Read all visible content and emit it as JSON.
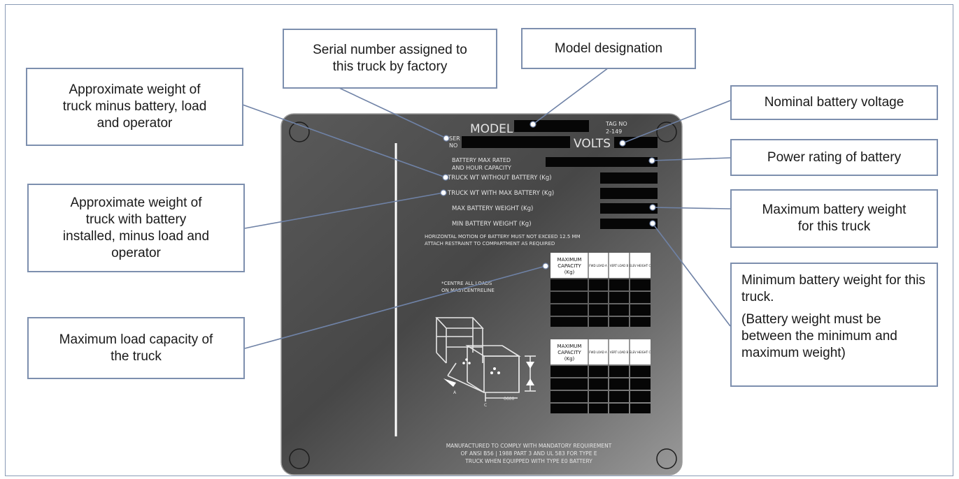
{
  "callouts": {
    "serial": "Serial number assigned to this truck by factory",
    "model": "Model designation",
    "weight_no_battery": "Approximate weight of truck minus battery, load and operator",
    "voltage": "Nominal battery voltage",
    "power": "Power rating of battery",
    "weight_with_battery": "Approximate weight of truck with battery installed, minus load and operator",
    "max_battery": "Maximum battery weight for this truck",
    "min_battery_line1": "Minimum battery weight for this truck.",
    "min_battery_line2": "(Battery weight must be between the minimum and maximum weight)",
    "load_capacity": "Maximum load capacity of the truck"
  },
  "plate": {
    "model": "MODEL",
    "tag_no": "TAG NO",
    "tag_value": "2-149",
    "ser": "SER",
    "no": "NO",
    "volts": "VOLTS",
    "battery_rated_1": "BATTERY MAX RATED",
    "battery_rated_2": "AND HOUR CAPACITY",
    "truck_wt_without": "TRUCK WT WITHOUT BATTERY (Kg)",
    "truck_wt_with": "TRUCK WT WITH MAX BATTERY (Kg)",
    "max_battery_weight": "MAX BATTERY WEIGHT (Kg)",
    "min_battery_weight": "MIN BATTERY WEIGHT (Kg)",
    "notice_1": "HORIZONTAL MOTION OF BATTERY MUST NOT EXCEED 12.5 MM",
    "notice_2": "ATTACH RESTRAINT TO COMPARTMENT AS REQUIRED",
    "centre_1": "*CENTRE ALL LOADS",
    "centre_2": "ON MASTCENTRELINE",
    "cap_1": "MAXIMUM",
    "cap_2": "CAPACITY",
    "cap_3": "(Kg)",
    "col_a": "FWD LOAD A",
    "col_b": "VERT LOAD B",
    "col_c": "ELEV HEIGHT C",
    "dim_a": "A",
    "dim_c": "C",
    "dim_600": "0600",
    "footer_1": "MANUFACTURED TO COMPLY WITH MANDATORY REQUIREMENT",
    "footer_2": "OF ANSI B56 | 1988 PART 3 AND UL 583 FOR TYPE E",
    "footer_3": "TRUCK WHEN EQUIPPED WITH TYPE E0 BATTERY"
  },
  "colors": {
    "callout_border": "#7d8fae",
    "leader_line": "#6f82a6",
    "plate_dark": "#4b4b4b",
    "plate_light": "#8a8a8a"
  }
}
